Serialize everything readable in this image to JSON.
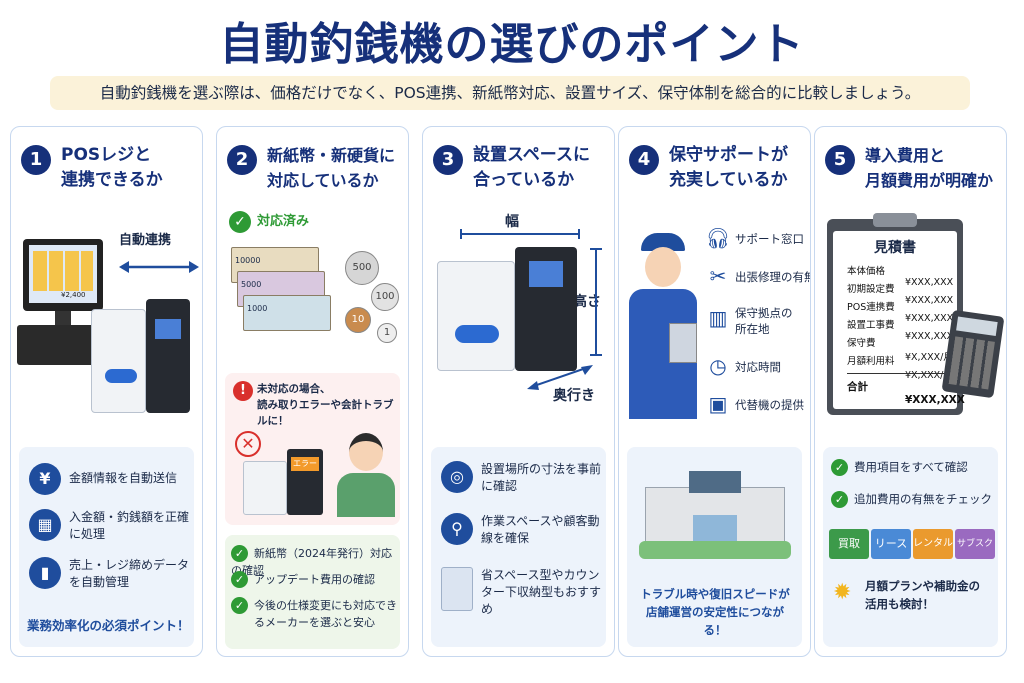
{
  "title": "自動釣銭機の選びのポイント",
  "subtitle": "自動釣銭機を選ぶ際は、価格だけでなく、POS連携、新紙幣対応、設置サイズ、保守体制を総合的に比較しましょう。",
  "card1": {
    "num": "1",
    "heading": [
      "POSレジと",
      "連携できるか"
    ],
    "arrow_label": "自動連携",
    "pos_screen": "¥2,400",
    "items": [
      {
        "icon": "¥",
        "text": "金額情報を自動送信"
      },
      {
        "icon": "▦",
        "text": "入金額・釣銭額を正確に処理"
      },
      {
        "icon": "▮",
        "text": "売上・レジ締めデータを自動管理"
      }
    ],
    "footer": "業務効率化の必須ポイント！"
  },
  "card2": {
    "num": "2",
    "heading": [
      "新紙幣・新硬貨に",
      "対応しているか"
    ],
    "supported": "対応済み",
    "bills": [
      "10000",
      "5000",
      "1000"
    ],
    "coins": [
      "500",
      "100",
      "10",
      "1"
    ],
    "warning": [
      "未対応の場合、",
      "読み取りエラーや会計トラブルに！"
    ],
    "error_label": "エラー",
    "checks": [
      "新紙幣（2024年発行）対応の確認",
      "アップデート費用の確認",
      "今後の仕様変更にも対応できるメーカーを選ぶと安心"
    ]
  },
  "card3": {
    "num": "3",
    "heading": [
      "設置スペースに",
      "合っているか"
    ],
    "width_label": "幅",
    "height_label": "高さ",
    "depth_label": "奥行き",
    "items": [
      {
        "text": "設置場所の寸法を事前に確認"
      },
      {
        "text": "作業スペースや顧客動線を確保"
      },
      {
        "text": "省スペース型やカウンター下収納型もおすすめ"
      }
    ]
  },
  "card4": {
    "num": "4",
    "heading": [
      "保守サポートが",
      "充実しているか"
    ],
    "services": [
      {
        "icon": "headset-icon",
        "text": "サポート窓口"
      },
      {
        "icon": "wrench-icon",
        "text": "出張修理の有無"
      },
      {
        "icon": "building-icon",
        "text": "保守拠点の所在地"
      },
      {
        "icon": "clock-icon",
        "text": "対応時間"
      },
      {
        "icon": "box-icon",
        "text": "代替機の提供"
      }
    ],
    "footer": "トラブル時や復旧スピードが店舗運営の安定性につながる！"
  },
  "card5": {
    "num": "5",
    "heading": [
      "導入費用と",
      "月額費用が明確か"
    ],
    "estimate_title": "見積書",
    "estimate_rows": [
      {
        "label": "本体価格",
        "value": "¥XXX,XXX"
      },
      {
        "label": "初期設定費",
        "value": "¥XXX,XXX"
      },
      {
        "label": "POS連携費",
        "value": "¥XXX,XXX"
      },
      {
        "label": "設置工事費",
        "value": "¥XXX,XXX"
      },
      {
        "label": "保守費",
        "value": "¥X,XXX/月"
      },
      {
        "label": "月額利用料",
        "value": "¥X,XXX/月"
      }
    ],
    "total_label": "合計",
    "total_value": "¥XXX,XXX",
    "checks": [
      "費用項目をすべて確認",
      "追加費用の有無をチェック"
    ],
    "plans": [
      "買取",
      "リース",
      "レンタル",
      "サブスク"
    ],
    "tip": "月額プランや補助金の活用も検討！"
  }
}
